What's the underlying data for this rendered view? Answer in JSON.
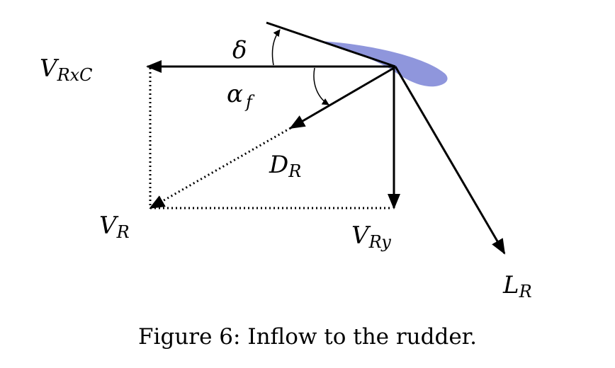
{
  "caption": "Figure 6: Inflow to the rudder.",
  "colors": {
    "rudder_fill": "#8f96dc",
    "ink": "#000000"
  },
  "labels": {
    "v_rxc": {
      "base": "V",
      "sub": "RxC"
    },
    "delta": {
      "base": "δ"
    },
    "alpha_f": {
      "base": "α",
      "sub": "f"
    },
    "d_r": {
      "base": "D",
      "sub": "R"
    },
    "v_r": {
      "base": "V",
      "sub": "R"
    },
    "v_ry": {
      "base": "V",
      "sub": "Ry"
    },
    "l_r": {
      "base": "L",
      "sub": "R"
    }
  }
}
